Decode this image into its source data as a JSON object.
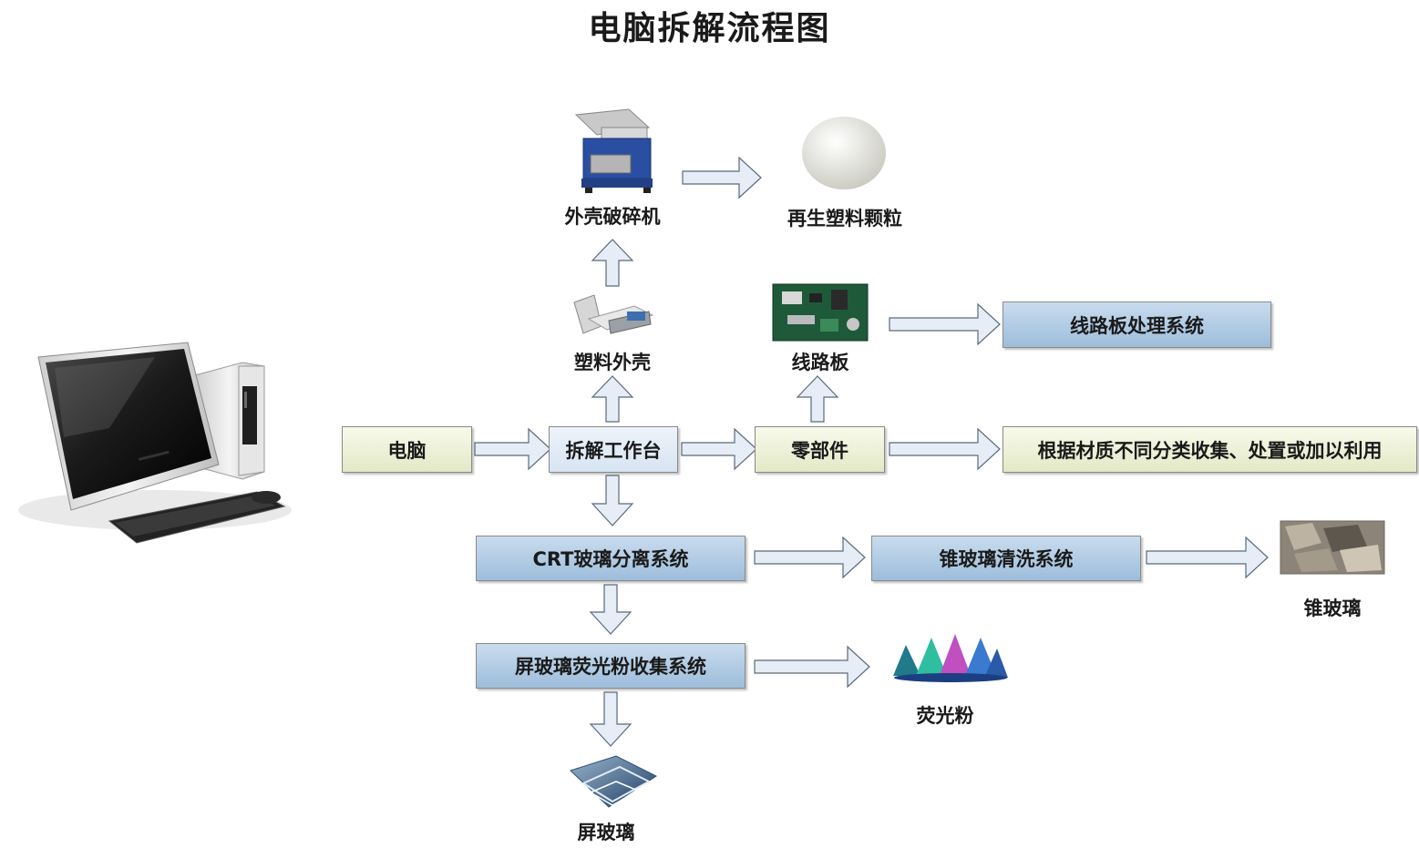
{
  "title": "电脑拆解流程图",
  "nodes": {
    "computer": "电脑",
    "workbench": "拆解工作台",
    "parts": "零部件",
    "sort_reuse": "根据材质不同分类收集、处置或加以利用",
    "pcb_system": "线路板处理系统",
    "crt_separation": "CRT玻璃分离系统",
    "cone_glass_cleaning": "锥玻璃清洗系统",
    "phosphor_collection": "屏玻璃荧光粉收集系统"
  },
  "captions": {
    "shell_crusher": "外壳破碎机",
    "recycled_pellets": "再生塑料颗粒",
    "plastic_shell": "塑料外壳",
    "circuit_board": "线路板",
    "cone_glass": "锥玻璃",
    "phosphor": "荧光粉",
    "screen_glass": "屏玻璃"
  },
  "colors": {
    "green_box": "#e8eecf",
    "blue_box": "#b4cde6",
    "light_box": "#e3ecf6",
    "arrow_fill": "#e6edf6",
    "arrow_stroke": "#5a6a7c"
  },
  "icons": [
    "computer-illustration",
    "crusher-machine-icon",
    "plastic-pellets-icon",
    "plastic-shell-icon",
    "circuit-board-icon",
    "cone-glass-icon",
    "phosphor-powder-icon",
    "screen-glass-icon"
  ]
}
